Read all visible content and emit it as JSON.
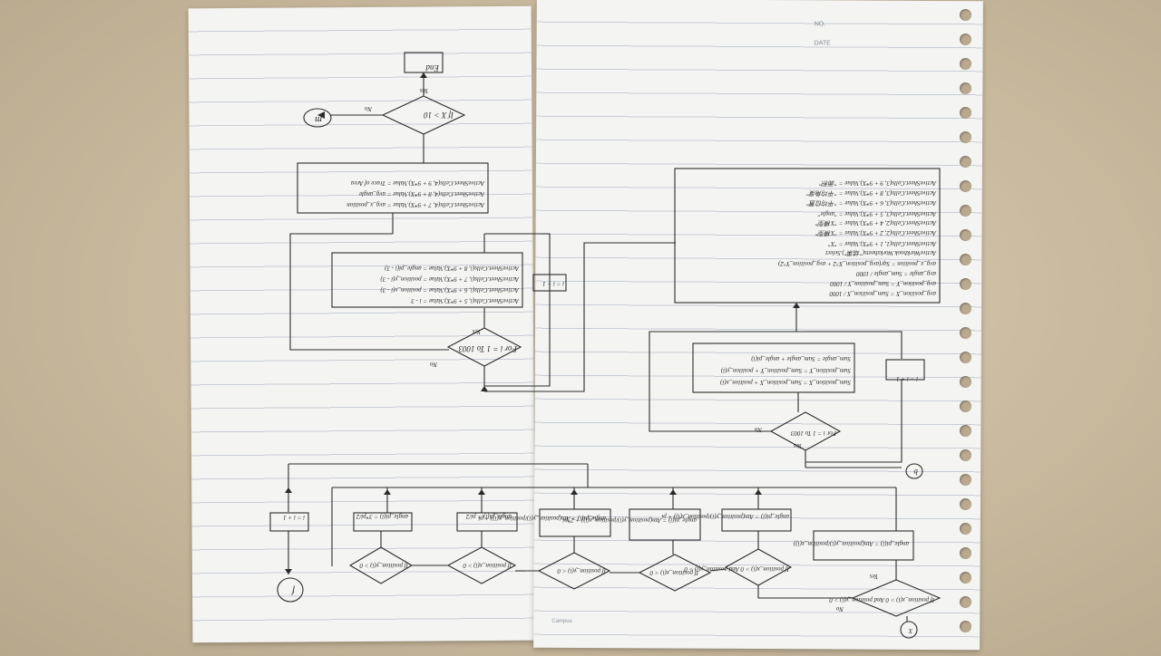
{
  "header": {
    "no_label": "NO.",
    "date_label": "DATE"
  },
  "brand": "Campus",
  "labels": {
    "yes": "Yes",
    "no": "No",
    "off_page_b": "b",
    "off_page_m": "m",
    "off_page_f": "f",
    "off_page_x": "X",
    "i_plus_1": "i = i + 1",
    "for_loop": "For i = 1 To 1003",
    "decision_x": "If X > 10",
    "end_box": "End"
  },
  "left_loop_box": [
    "ActiveSheet.Cells(i, 5 + 9*X).Value = i - 3",
    "ActiveSheet.Cells(i, 6 + 9*X).Value = position_x(i - 3)",
    "ActiveSheet.Cells(i, 7 + 9*X).Value = position_y(i - 3)",
    "ActiveSheet.Cells(i, 8 + 9*X).Value = angle_pi(i - 3)"
  ],
  "left_summary_box": [
    "ActiveSheet.Cells(4, 7 + 9*X).Value = avg_x_position",
    "ActiveSheet.Cells(4, 8 + 9*X).Value = avg_angle",
    "ActiveSheet.Cells(4, 9 + 9*X).Value = Trace of Area"
  ],
  "right_sum_box": [
    "Sum_position_X = Sum_position_X + position_x(i)",
    "Sum_position_Y = Sum_position_Y + position_y(i)",
    "Sum_angle = Sum_angle + angle_pi(i)"
  ],
  "right_results_box": [
    "avg_position_X = Sum_position_X / 1000",
    "avg_position_Y = Sum_position_Y / 1000",
    "avg_angle = Sum_angle / 1000",
    "avg_x_position = Sqr(avg_position_X^2 + avg_position_Y^2)",
    "ActiveWorkbook.Worksheets(\"结果\").Select",
    "ActiveSheet.Cells(1, 1 + 9*X).Value = \"X\"",
    "ActiveSheet.Cells(2, 2 + 9*X).Value = \"X模型\"",
    "ActiveSheet.Cells(2, 4 + 9*X).Value = \"X模型\"",
    "ActiveSheet.Cells(3, 5 + 9*X).Value = \"angle\"",
    "ActiveSheet.Cells(3, 6 + 9*X).Value = \"平均位置\"",
    "ActiveSheet.Cells(3, 8 + 9*X).Value = \"平均角度\"",
    "ActiveSheet.Cells(3, 9 + 9*X).Value = \"面积\""
  ],
  "bottom_decisions": [
    "If position_x(i) > 0 And position_y(i) > 0",
    "If position_x(i) < 0",
    "If position_y(i) < 0",
    "If position_x(i) > 0",
    "If position_y(i) > 0"
  ],
  "bottom_actions": [
    "angle_pi(i) = Atn(position_y(i)/position_x(i))",
    "angle_pi(i) = Atn(position_y(i)/position_x(i)) + pi",
    "angle_pi(i) = Atn(position_y(i)/position_x(i)) + 2*pi",
    "angle_pi(i) = Atn(position_y(i)/position_x(i)) + pi",
    "angle_pi(i) = pi/2",
    "angle_pi(i) = 3*pi/2"
  ]
}
